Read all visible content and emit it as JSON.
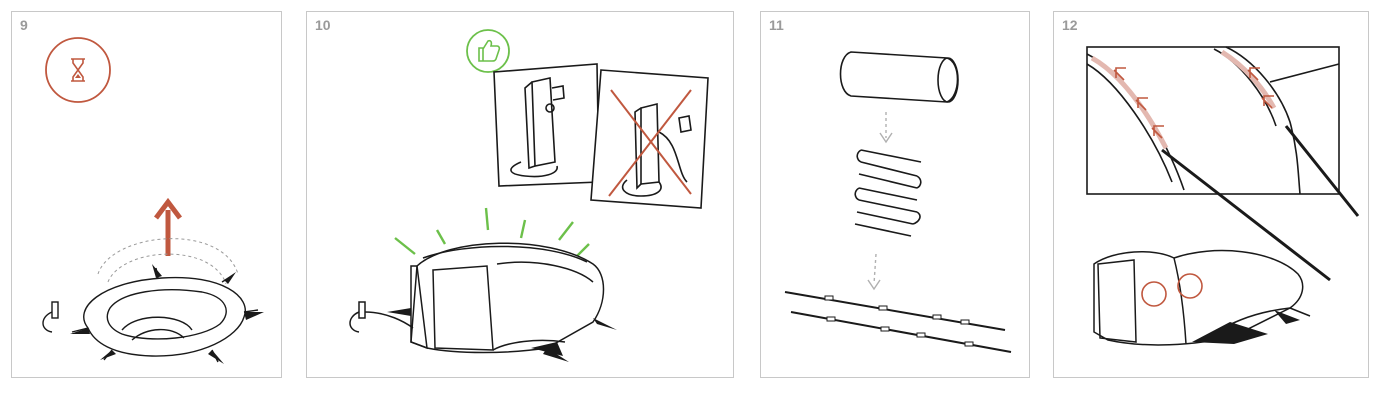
{
  "panels": [
    {
      "step": "9"
    },
    {
      "step": "10"
    },
    {
      "step": "11"
    },
    {
      "step": "12"
    }
  ],
  "colors": {
    "accent": "#c0583f",
    "approve": "#6cc04a",
    "border": "#c8c8c8",
    "step_number": "#9a9a9a",
    "line": "#1a1a1a"
  },
  "icons": [
    "hourglass-icon",
    "up-arrow-icon",
    "thumbs-up-icon",
    "cross-out-icon",
    "down-arrow-icon"
  ]
}
